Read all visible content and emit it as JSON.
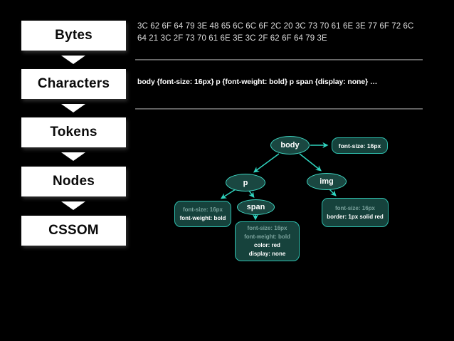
{
  "pipeline": {
    "stages": [
      {
        "label": "Bytes"
      },
      {
        "label": "Characters"
      },
      {
        "label": "Tokens"
      },
      {
        "label": "Nodes"
      },
      {
        "label": "CSSOM"
      }
    ]
  },
  "bytes_panel": {
    "line1": "3C 62 6F 64 79 3E 48 65 6C 6C 6F 2C 20 3C 73 70 61 6E 3E 77 6F 72 6C",
    "line2": "64 21 3C 2F 73 70 61 6E 3E 3C 2F 62 6F 64 79 3E"
  },
  "characters_panel": {
    "css_rules": "body {font-size: 16px} p {font-weight: bold} p span {display: none} …"
  },
  "tree": {
    "body_label": "body",
    "p_label": "p",
    "span_label": "span",
    "img_label": "img",
    "body_box": {
      "line1": "font-size: 16px"
    },
    "p_box": {
      "line1": "font-size: 16px",
      "line2": "font-weight: bold"
    },
    "span_box": {
      "line1": "font-size: 16px",
      "line2": "font-weight: bold",
      "line3": "color: red",
      "line4": "display: none"
    },
    "img_box": {
      "line1": "font-size: 16px",
      "line2": "border: 1px solid red"
    }
  },
  "colors": {
    "background": "#000000",
    "stage_box_fill": "#ffffff",
    "stage_box_text": "#0a0a0a",
    "node_fill": "#1a4741",
    "node_border": "#3ed6c2",
    "style_box_fill": "#16423c",
    "style_box_border": "#2fbfae",
    "arrow": "#2fd3be",
    "inherited_text": "#7aa29c",
    "applied_text": "#ffffff",
    "hex_text": "#dddddd",
    "divider": "#4d4d4d"
  }
}
